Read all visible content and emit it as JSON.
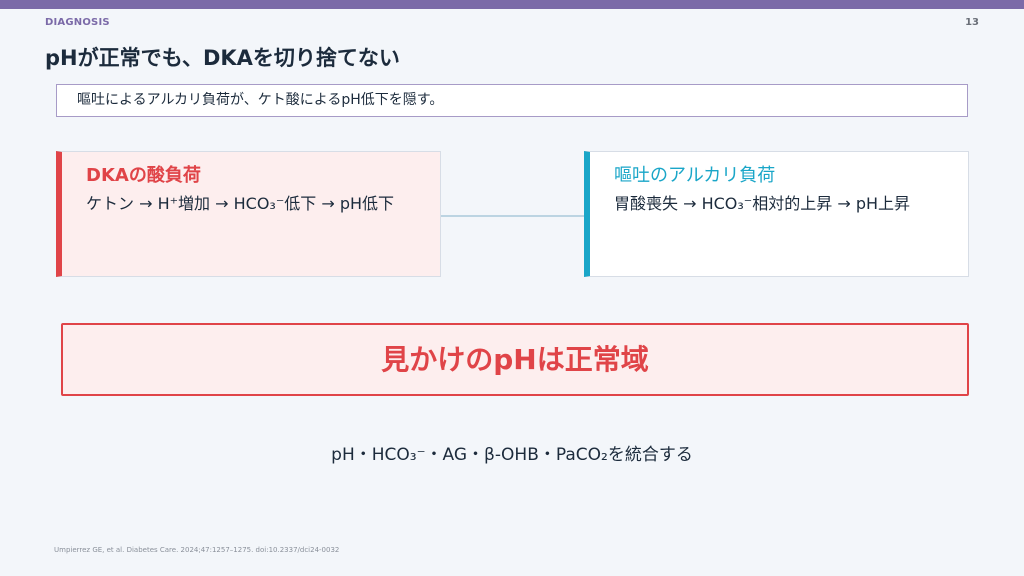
{
  "header": {
    "section": "DIAGNOSIS",
    "page_number": "13",
    "title": "pHが正常でも、DKAを切り捨てない",
    "subtitle": "嘔吐によるアルカリ負荷が、ケト酸によるpH低下を隠す。"
  },
  "cards": {
    "left": {
      "title": "DKAの酸負荷",
      "body": "ケトン → H⁺増加 → HCO₃⁻低下 → pH低下"
    },
    "right": {
      "title": "嘔吐のアルカリ負荷",
      "body": "胃酸喪失 → HCO₃⁻相対的上昇 → pH上昇"
    }
  },
  "result": "見かけのpHは正常域",
  "integrate": "pH・HCO₃⁻・AG・β-OHB・PaCO₂を統合する",
  "citation": "Umpierrez GE, et al. Diabetes Care. 2024;47:1257–1275. doi:10.2337/dci24-0032",
  "colors": {
    "accent_purple": "#7b6aa8",
    "acid_red": "#e04448",
    "alkali_teal": "#1aa6c8"
  }
}
